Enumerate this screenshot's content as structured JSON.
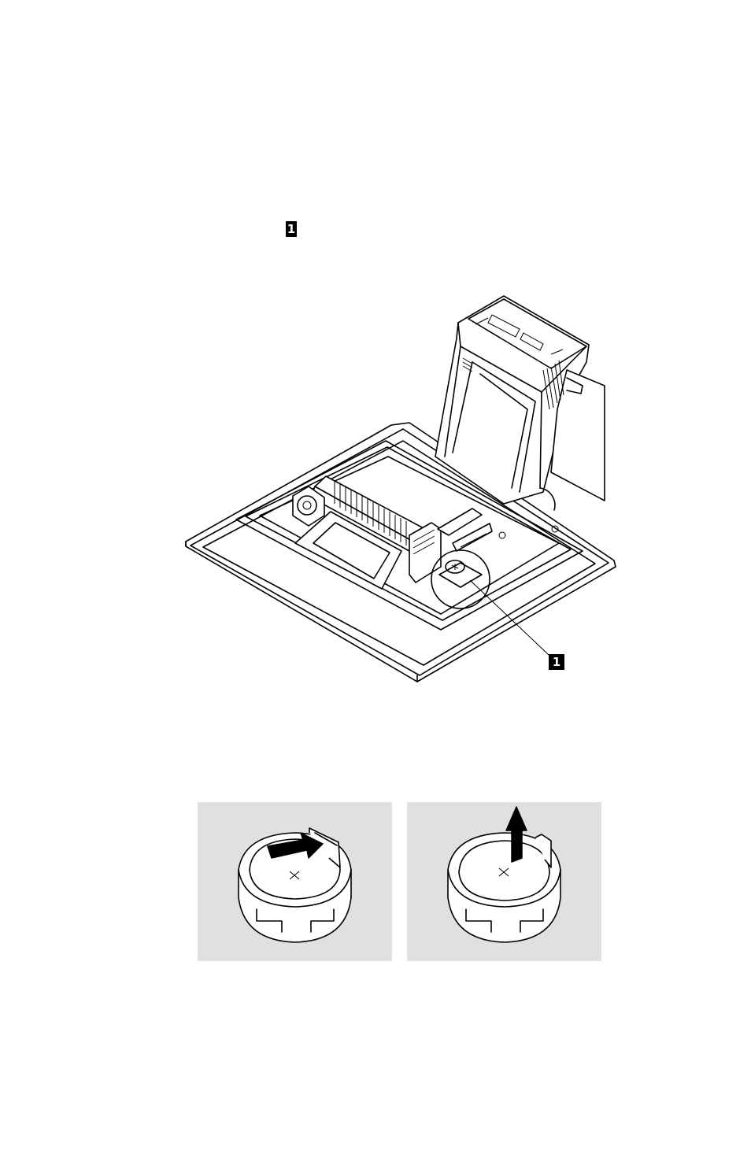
{
  "callouts": {
    "top_marker": "1",
    "figure_marker": "1"
  },
  "icons": {
    "computer_illustration": "monitor-computer-rear-view",
    "battery_release": "battery-push-latch-arrow",
    "battery_remove": "battery-lift-up-arrow"
  },
  "colors": {
    "panel_background": "#e0e0e0",
    "callout_background": "#000000",
    "callout_text": "#ffffff"
  }
}
